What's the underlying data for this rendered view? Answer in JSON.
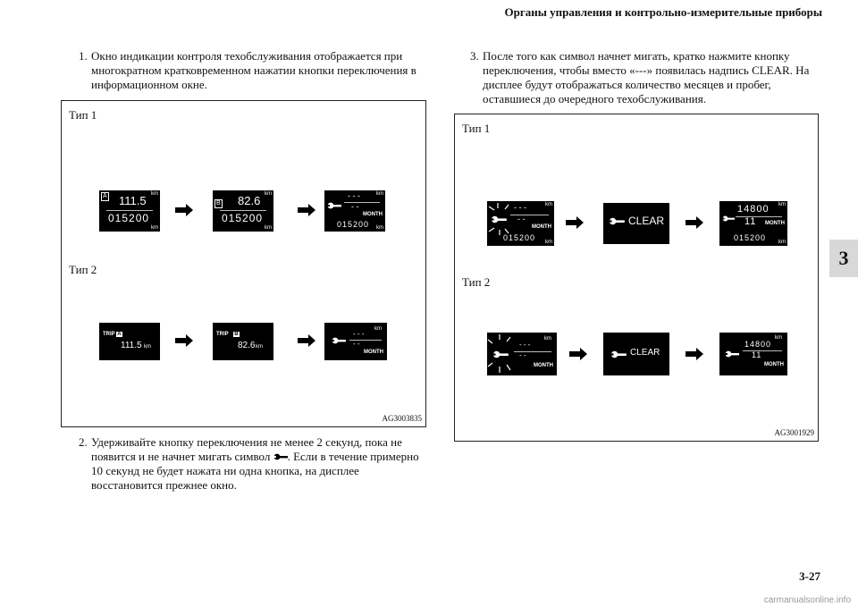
{
  "header": {
    "title": "Органы управления и контрольно-измерительные приборы"
  },
  "chapter_tab": "3",
  "paragraphs": {
    "p1": {
      "num": "1.",
      "text": "Окно индикации контроля техобслуживания отображается при многократном кратковременном нажатии кнопки переключения в информационном окне."
    },
    "p2": {
      "num": "2.",
      "text_before": "Удерживайте кнопку переключения не менее 2 секунд, пока не появится и не начнет мигать символ",
      "text_after": ". Если в течение примерно 10 секунд не будет нажата ни одна кнопка, на дисплее восстановится прежнее окно."
    },
    "p3": {
      "num": "3.",
      "text": "После того как символ начнет мигать, кратко нажмите кнопку переключения, чтобы вместо «---» появилась надпись CLEAR. На дисплее будут отображаться количество месяцев и пробег, оставшиеся до очередного техобслуживания."
    }
  },
  "figure_left": {
    "type1_label": "Тип 1",
    "type2_label": "Тип 2",
    "code": "AG3003835",
    "t1": {
      "d1": {
        "badge": "A",
        "top": "111.5",
        "bottom": "015200",
        "unit": "km"
      },
      "d2": {
        "badge": "B",
        "top": "82.6",
        "bottom": "015200",
        "unit": "km"
      },
      "d3": {
        "dashes1": "- - -",
        "dashes2": "- -",
        "month": "MONTH",
        "bottom": "015200",
        "unit": "km"
      }
    },
    "t2": {
      "d1": {
        "trip": "TRIP",
        "badge": "A",
        "value": "111.5",
        "unit": "km"
      },
      "d2": {
        "trip": "TRIP",
        "badge": "B",
        "value": "82.6",
        "unit": "km"
      },
      "d3": {
        "dashes1": "- - -",
        "dashes2": "- -",
        "month": "MONTH",
        "unit": "km"
      }
    }
  },
  "figure_right": {
    "type1_label": "Тип 1",
    "type2_label": "Тип 2",
    "code": "AG3001929",
    "t1": {
      "d1": {
        "dashes1": "- - -",
        "dashes2": "- -",
        "month": "MONTH",
        "bottom": "015200",
        "unit": "km"
      },
      "d2": {
        "clear": "CLEAR"
      },
      "d3": {
        "km_value": "14800",
        "months_value": "11",
        "month": "MONTH",
        "bottom": "015200",
        "unit": "km"
      }
    },
    "t2": {
      "d1": {
        "dashes1": "- - -",
        "dashes2": "- -",
        "month": "MONTH",
        "unit": "km"
      },
      "d2": {
        "clear": "CLEAR"
      },
      "d3": {
        "km_value": "14800",
        "months_value": "11",
        "month": "MONTH",
        "unit": "km"
      }
    }
  },
  "page_number": "3-27",
  "watermark": "carmanualsonline.info"
}
